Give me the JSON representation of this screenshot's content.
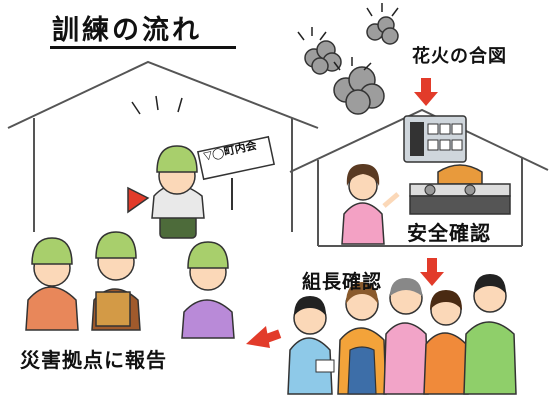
{
  "title": "訓練の流れ",
  "steps": {
    "signal": "花火の合図",
    "safety_check": "安全確認",
    "leader_check": "組長確認",
    "report": "災害拠点に報告"
  },
  "sign_text": "▽◯町内会",
  "colors": {
    "arrow": "#e23b2a",
    "helmet": "#a8cf6c",
    "smoke": "#9a9a9a"
  }
}
